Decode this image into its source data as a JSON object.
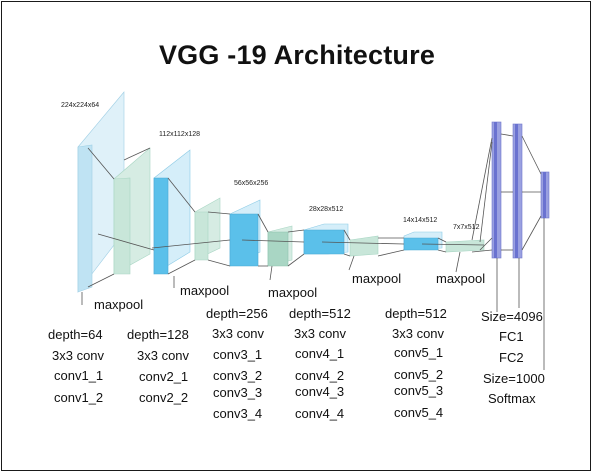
{
  "title": "VGG -19 Architecture",
  "colors": {
    "light_blue": "#bfe3f3",
    "bright_blue": "#5bc0ea",
    "mint": "#c8e6d9",
    "teal": "#a9d6c4",
    "fc_purple": "#7b82d6",
    "line": "#555555"
  },
  "dimensions": [
    "224x224x64",
    "112x112x128",
    "56x56x256",
    "28x28x512",
    "14x14x512",
    "7x7x512"
  ],
  "maxpool_labels": [
    "maxpool",
    "maxpool",
    "maxpool",
    "maxpool",
    "maxpool"
  ],
  "blocks": [
    {
      "depth": "depth=64",
      "kernel": "3x3 conv",
      "layers": [
        "conv1_1",
        "conv1_2"
      ]
    },
    {
      "depth": "depth=128",
      "kernel": "3x3 conv",
      "layers": [
        "conv2_1",
        "conv2_2"
      ]
    },
    {
      "depth": "depth=256",
      "kernel": "3x3 conv",
      "layers": [
        "conv3_1",
        "conv3_2",
        "conv3_3",
        "conv3_4"
      ]
    },
    {
      "depth": "depth=512",
      "kernel": "3x3 conv",
      "layers": [
        "conv4_1",
        "conv4_2",
        "conv4_3",
        "conv4_4"
      ]
    },
    {
      "depth": "depth=512",
      "kernel": "3x3 conv",
      "layers": [
        "conv5_1",
        "conv5_2",
        "conv5_3",
        "conv5_4"
      ]
    }
  ],
  "fc": {
    "size1": "Size=4096",
    "fc1": "FC1",
    "fc2": "FC2",
    "size2": "Size=1000",
    "output": "Softmax"
  }
}
